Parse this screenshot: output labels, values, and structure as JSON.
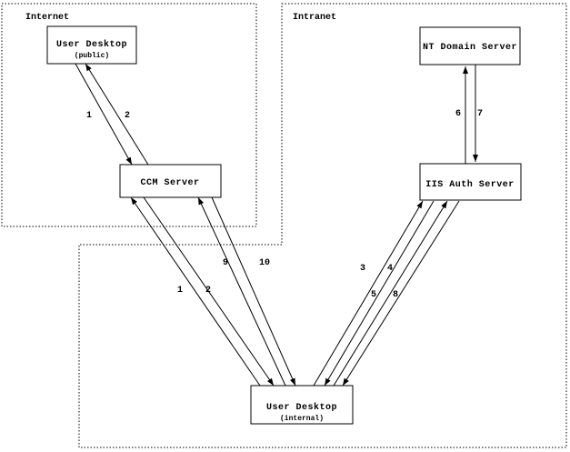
{
  "diagram": {
    "zones": [
      {
        "label": "Internet"
      },
      {
        "label": "Intranet"
      }
    ],
    "nodes": {
      "user_desktop_public": {
        "title": "User Desktop",
        "subtitle": "(public)"
      },
      "ccm_server": {
        "title": "CCM Server"
      },
      "nt_domain_server": {
        "title": "NT Domain Server"
      },
      "iis_auth_server": {
        "title": "IIS Auth Server"
      },
      "user_desktop_internal": {
        "title": "User Desktop",
        "subtitle": "(internal)"
      }
    },
    "flows": [
      {
        "label": "1",
        "from": "User Desktop (public)",
        "to": "CCM Server"
      },
      {
        "label": "2",
        "from": "CCM Server",
        "to": "User Desktop (public)"
      },
      {
        "label": "1",
        "from": "User Desktop (internal)",
        "to": "CCM Server"
      },
      {
        "label": "2",
        "from": "CCM Server",
        "to": "User Desktop (internal)"
      },
      {
        "label": "9",
        "from": "User Desktop (internal)",
        "to": "CCM Server"
      },
      {
        "label": "10",
        "from": "CCM Server",
        "to": "User Desktop (internal)"
      },
      {
        "label": "3",
        "from": "User Desktop (internal)",
        "to": "IIS Auth Server"
      },
      {
        "label": "4",
        "from": "IIS Auth Server",
        "to": "User Desktop (internal)"
      },
      {
        "label": "5",
        "from": "User Desktop (internal)",
        "to": "IIS Auth Server"
      },
      {
        "label": "8",
        "from": "IIS Auth Server",
        "to": "User Desktop (internal)"
      },
      {
        "label": "6",
        "from": "IIS Auth Server",
        "to": "NT Domain Server"
      },
      {
        "label": "7",
        "from": "NT Domain Server",
        "to": "IIS Auth Server"
      }
    ],
    "colors": {
      "foreground": "#000000",
      "background": "#ffffff"
    }
  }
}
